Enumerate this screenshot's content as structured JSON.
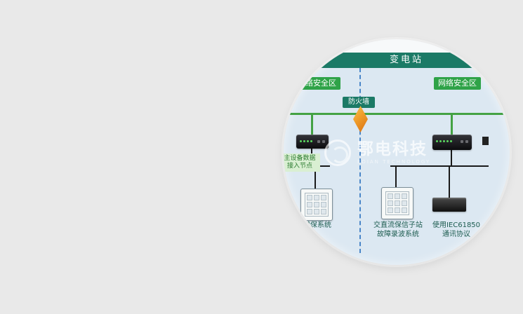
{
  "diagram": {
    "header_title": "变电站",
    "zone_left": "网络安全区",
    "zone_right": "网络安全区",
    "firewall_label": "防火墙",
    "node_label_line1": "主设备数据",
    "node_label_line2": "接入节点",
    "caption_left": "继保系统",
    "caption_mid_line1": "交直流保信子站",
    "caption_mid_line2": "故障录波系统",
    "caption_right_line1": "使用IEC61850",
    "caption_right_line2": "通讯协议",
    "watermark_text": "鄂电科技",
    "watermark_subtext": "EDIAN TECHNOLOGY"
  },
  "icons": {
    "firewall": "orange-diamond-firewall",
    "switch_left": "network-switch",
    "switch_right": "network-switch",
    "relay_left": "protection-relay-panel",
    "relay_mid": "protection-relay-panel",
    "gateway": "black-gateway-box",
    "watermark_logo": "circular-badge"
  },
  "colors": {
    "page_bg": "#e9e9e9",
    "circle_bg": "#dce8f2",
    "header_teal": "#1b7a66",
    "zone_green": "#2fa348",
    "line_green": "#44a244",
    "boundary_blue": "#4a86c8",
    "firewall_orange": "#ef9c2a",
    "caption_text": "#1d5c50",
    "node_label_bg": "#d9efd2"
  }
}
